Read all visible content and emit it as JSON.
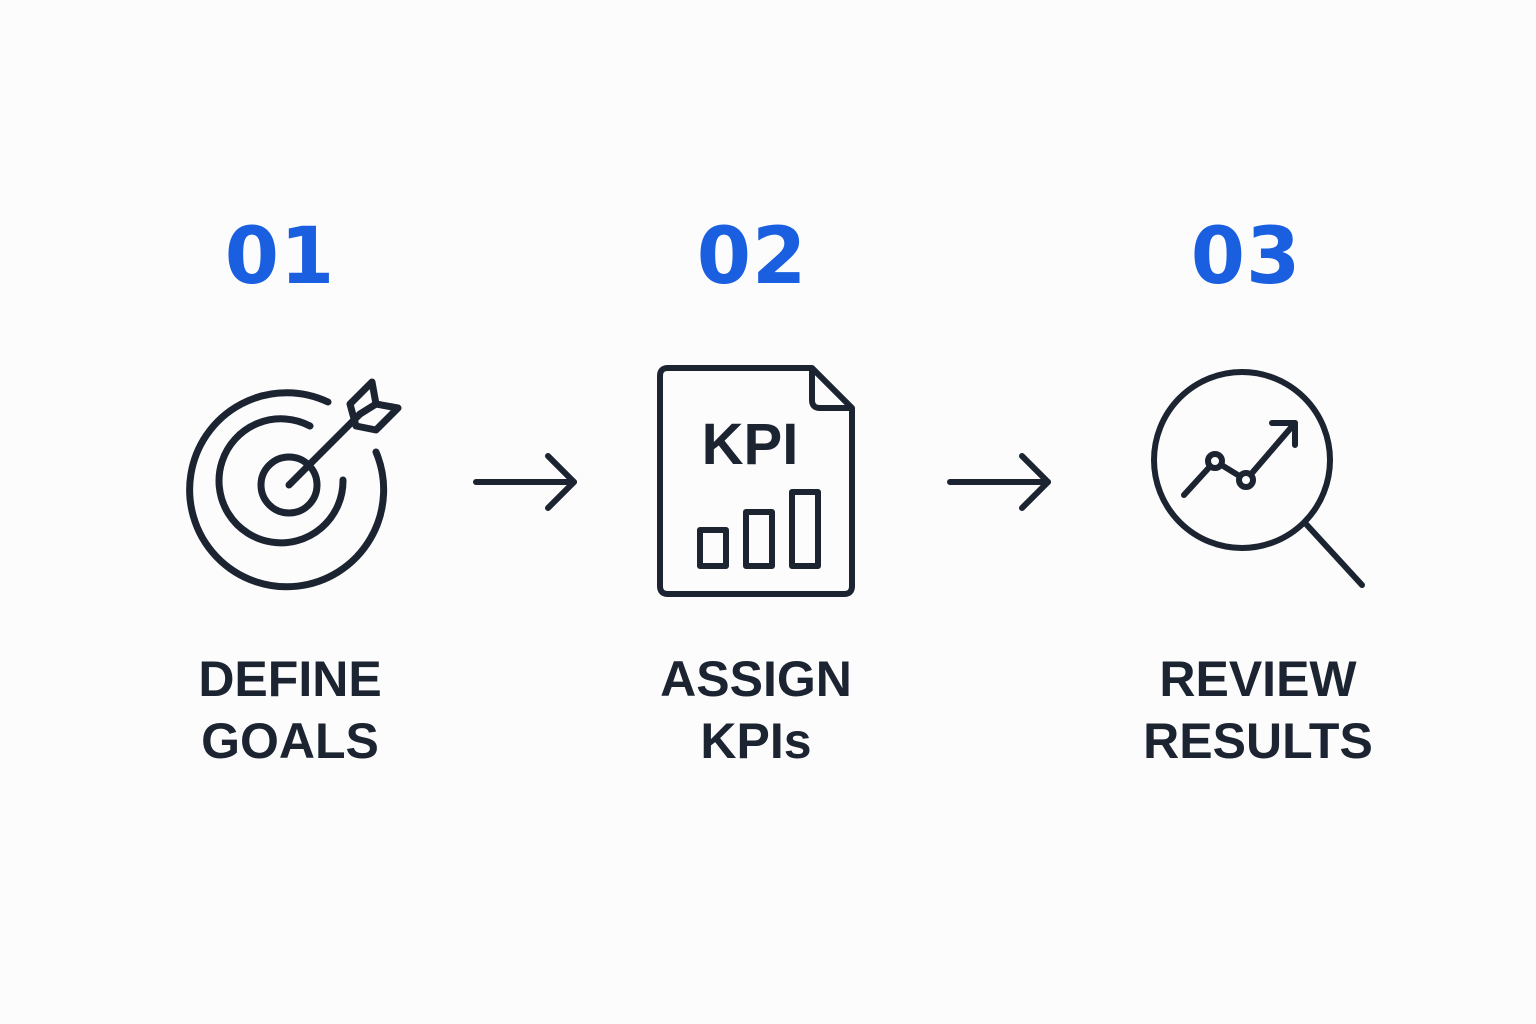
{
  "colors": {
    "accent": "#1a5fe0",
    "ink": "#1b2430",
    "background": "#fcfcfd"
  },
  "steps": [
    {
      "number": "01",
      "label_line1": "DEFINE",
      "label_line2": "GOALS",
      "icon": "target-arrow-icon"
    },
    {
      "number": "02",
      "label_line1": "ASSIGN",
      "label_line2": "KPIs",
      "icon": "kpi-document-icon",
      "icon_text": "KPI"
    },
    {
      "number": "03",
      "label_line1": "REVIEW",
      "label_line2": "RESULTS",
      "icon": "magnifier-chart-icon"
    }
  ]
}
